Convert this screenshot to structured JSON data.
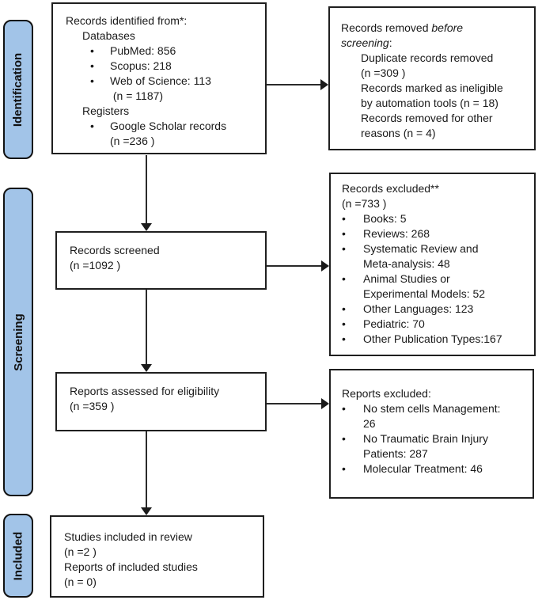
{
  "diagram_type": "prisma-flow",
  "stages": {
    "identification": "Identification",
    "screening": "Screening",
    "included": "Included"
  },
  "glyphs": {
    "bullet": "•"
  },
  "colors": {
    "stage_fill": "#a2c4e8",
    "stage_border": "#111111",
    "box_border": "#1f1f1f",
    "arrow": "#1a1a1a",
    "background": "#ffffff"
  },
  "boxes": {
    "identified": {
      "title": "Records identified from*:",
      "group1": "Databases",
      "bullets1": [
        "PubMed: 856",
        "Scopus: 218",
        "Web of Science: 113\n (n = 1187)"
      ],
      "group2": "Registers",
      "bullets2": [
        "Google Scholar records\n(n =236 )"
      ]
    },
    "removed": {
      "title_pre": "Records removed ",
      "title_italic": "before\nscreening",
      "title_post": ":",
      "items": [
        "Duplicate records removed\n(n =309 )",
        "Records marked as ineligible\nby automation tools (n = 18)",
        "Records removed for other\nreasons (n = 4)"
      ]
    },
    "screened": {
      "line1": "Records screened",
      "line2": "(n =1092 )"
    },
    "excluded": {
      "title": "Records excluded**",
      "subtitle": "(n =733 )",
      "bullets": [
        "Books: 5",
        "Reviews: 268",
        "Systematic Review and\nMeta-analysis: 48",
        "Animal Studies or\nExperimental Models: 52",
        "Other Languages: 123",
        "Pediatric: 70",
        "Other Publication Types:167"
      ]
    },
    "assessed": {
      "line1": "Reports assessed for eligibility",
      "line2": "(n =359 )"
    },
    "reports_excluded": {
      "title": "Reports excluded:",
      "bullets": [
        "No stem cells Management:\n26",
        "No Traumatic Brain Injury\nPatients: 287",
        "Molecular Treatment: 46"
      ]
    },
    "included_box": {
      "line1": "Studies included in review",
      "line2": "(n =2 )",
      "line3": "Reports of included studies",
      "line4": "(n = 0)"
    }
  }
}
